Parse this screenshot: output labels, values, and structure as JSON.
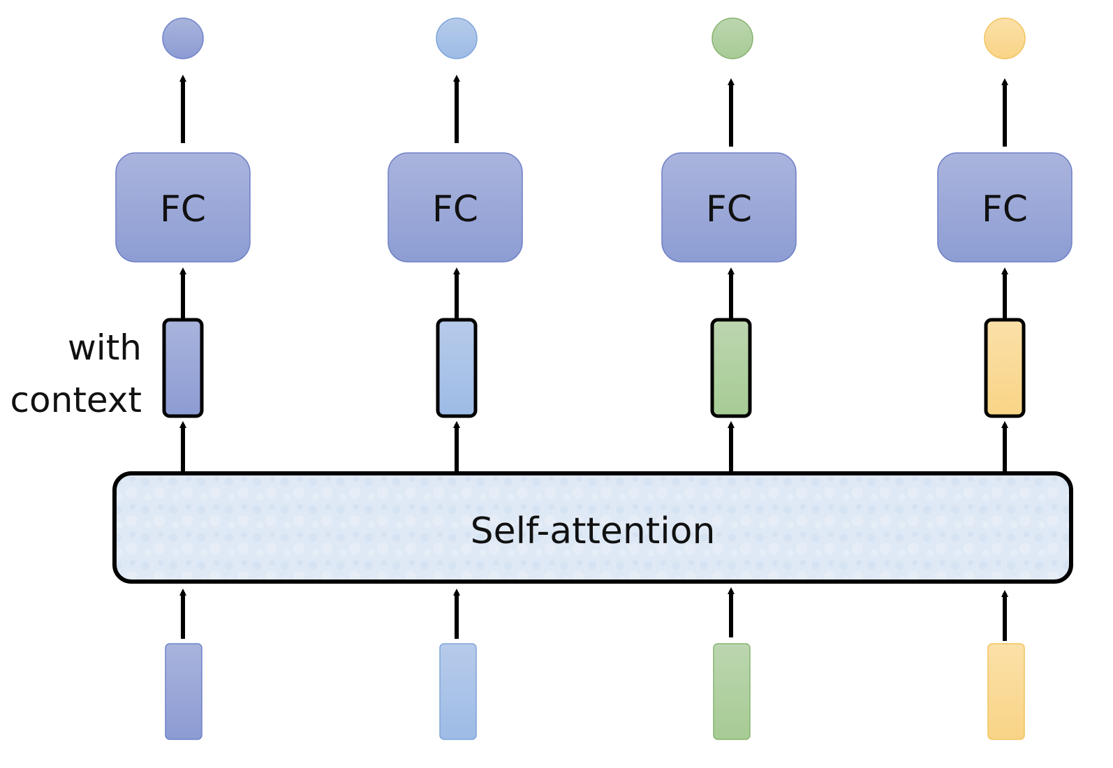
{
  "self_attention_label": "Self-attention",
  "context_label": {
    "line1": "with",
    "line2": "context"
  },
  "fc_label": "FC",
  "columns": [
    {
      "id": "col1",
      "color_light": "#a9b4dc",
      "color_dark": "#8c9bd3",
      "border": "#6e82c9"
    },
    {
      "id": "col2",
      "color_light": "#b7cbea",
      "color_dark": "#9dbbe6",
      "border": "#7ea4dc"
    },
    {
      "id": "col3",
      "color_light": "#bcd6b0",
      "color_dark": "#a6cb94",
      "border": "#86b36f"
    },
    {
      "id": "col4",
      "color_light": "#fbe0a8",
      "color_dark": "#f8d486",
      "border": "#f2c35c"
    }
  ],
  "fc_colors": {
    "light": "#aab4dd",
    "dark": "#8d9dd3",
    "border": "#6e7fc5"
  },
  "self_attention_fill": "#dde8f6",
  "arrow_color": "#000000"
}
